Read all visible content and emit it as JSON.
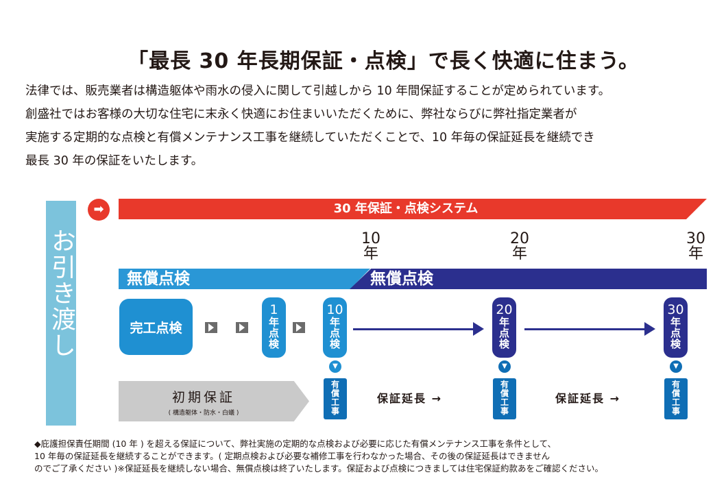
{
  "title": "「最長 30 年長期保証・点検」で長く快適に住まう。",
  "paragraph": [
    "法律では、販売業者は構造躯体や雨水の侵入に関して引越しから 10 年間保証することが定められています。",
    "創盛社ではお客様の大切な住宅に末永く快適にお住まいいただくために、弊社ならびに弊社指定業者が",
    "実施する定期的な点検と有償メンテナンス工事を継続していただくことで、10 年毎の保証延長を継続でき",
    "最長 30 年の保証をいたします。"
  ],
  "side_label": "お引き渡し",
  "system_band": "30 年保証・点検システム",
  "years": [
    {
      "n": "10",
      "u": "年"
    },
    {
      "n": "20",
      "u": "年"
    },
    {
      "n": "30",
      "u": "年"
    }
  ],
  "free_inspection": "無償点検",
  "kanko": "完工点検",
  "inspections": [
    {
      "n": "1",
      "c": [
        "年",
        "点",
        "検"
      ]
    },
    {
      "n": "10",
      "c": [
        "年",
        "点",
        "検"
      ]
    },
    {
      "n": "20",
      "c": [
        "年",
        "点",
        "検"
      ]
    },
    {
      "n": "30",
      "c": [
        "年",
        "点",
        "検"
      ]
    }
  ],
  "paid_work": [
    "有",
    "償",
    "工",
    "事"
  ],
  "initial": {
    "title": "初期保証",
    "sub": "( 構造躯体・防水・白蟻 )"
  },
  "extension": "保証延長 →",
  "footnote": [
    "◆庇護担保責任期間 (10 年 ) を超える保証について、弊社実施の定期的な点検および必要に応じた有償メンテナンス工事を条件として、",
    "10 年毎の保証延長を継続することができます。( 定期点検および必要な補修工事を行わなかった場合、その後の保証延長はできません",
    "のでご了承ください )※保証延長を継続しない場合、無償点検は終了いたします。保証および点検につきましては住宅保証約款あをご確認ください。"
  ],
  "colors": {
    "red": "#e8392b",
    "blue": "#1f90d2",
    "navy": "#2b2f8e",
    "side": "#7cc3dc"
  }
}
